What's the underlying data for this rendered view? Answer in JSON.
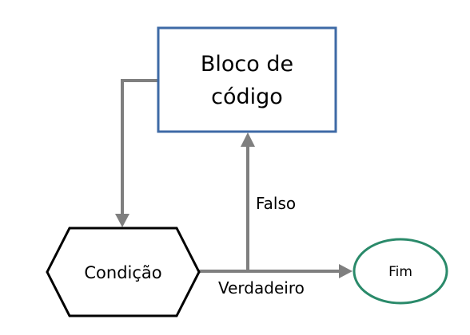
{
  "nodes": {
    "block": {
      "line1": "Bloco de",
      "line2": "código"
    },
    "condition": {
      "label": "Condição"
    },
    "end": {
      "label": "Fim"
    }
  },
  "edges": {
    "false_label": "Falso",
    "true_label": "Verdadeiro"
  },
  "colors": {
    "block_border": "#3e6aa6",
    "condition_border": "#000000",
    "end_border": "#2a8a6a",
    "connector": "#7f7f7f"
  }
}
